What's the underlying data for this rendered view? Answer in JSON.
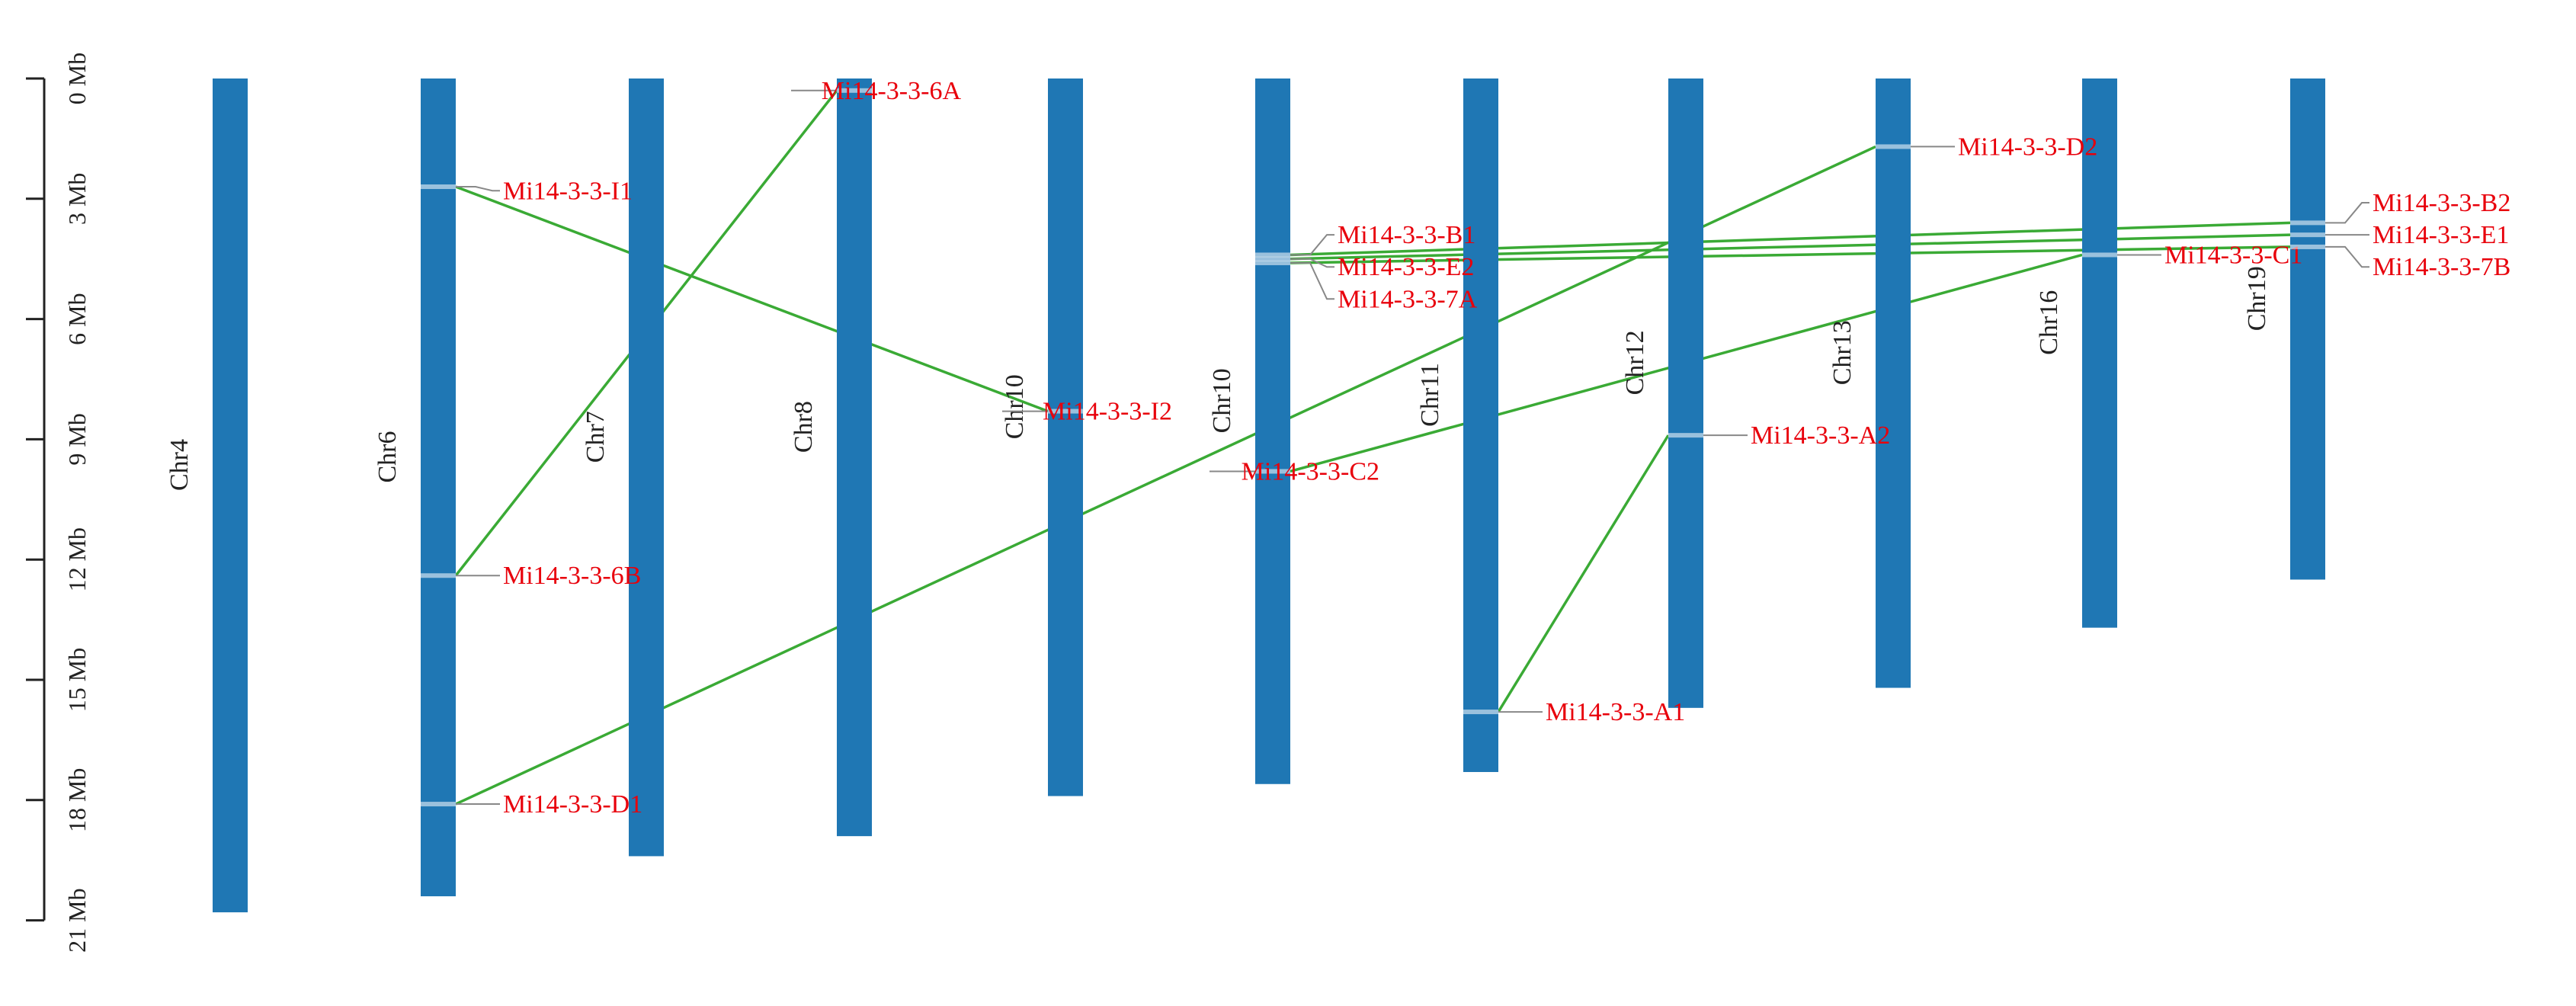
{
  "chart_data": {
    "type": "chromosome-map",
    "axis": {
      "unit": "Mb",
      "ticks": [
        "0 Mb",
        "3 Mb",
        "6 Mb",
        "9 Mb",
        "12 Mb",
        "15 Mb",
        "18 Mb",
        "21 Mb"
      ],
      "tick_values": [
        0,
        3,
        6,
        9,
        12,
        15,
        18,
        21
      ]
    },
    "colors": {
      "chromosome": "#1f77b4",
      "gene_label": "#e8000b",
      "leader_line": "#888888",
      "link": "#3aaa35"
    },
    "chromosomes": [
      {
        "name": "Chr4",
        "length": 20.8
      },
      {
        "name": "Chr6",
        "length": 20.4
      },
      {
        "name": "Chr7",
        "length": 19.4
      },
      {
        "name": "Chr8",
        "length": 18.9
      },
      {
        "name": "Chr10",
        "length": 17.9
      },
      {
        "name": "Chr10",
        "length": 17.6
      },
      {
        "name": "Chr11",
        "length": 17.3
      },
      {
        "name": "Chr12",
        "length": 15.7
      },
      {
        "name": "Chr13",
        "length": 15.2
      },
      {
        "name": "Chr16",
        "length": 13.7
      },
      {
        "name": "Chr19",
        "length": 12.5
      }
    ],
    "genes": [
      {
        "label": "Mi14-3-3-I1",
        "chr": 1,
        "pos": 2.7,
        "side": "right",
        "label_pos": 2.8
      },
      {
        "label": "Mi14-3-3-6B",
        "chr": 1,
        "pos": 12.4,
        "side": "right",
        "label_pos": 12.4
      },
      {
        "label": "Mi14-3-3-D1",
        "chr": 1,
        "pos": 18.1,
        "side": "right",
        "label_pos": 18.1
      },
      {
        "label": "Mi14-3-3-6A",
        "chr": 3,
        "pos": 0.3,
        "side": "left",
        "label_pos": 0.3
      },
      {
        "label": "Mi14-3-3-I2",
        "chr": 4,
        "pos": 8.3,
        "side": "left",
        "label_pos": 8.3
      },
      {
        "label": "Mi14-3-3-C2",
        "chr": 5,
        "pos": 9.8,
        "side": "left",
        "label_pos": 9.8
      },
      {
        "label": "Mi14-3-3-B1",
        "chr": 5,
        "pos": 4.4,
        "side": "right",
        "label_pos": 3.9
      },
      {
        "label": "Mi14-3-3-E2",
        "chr": 5,
        "pos": 4.5,
        "side": "right",
        "label_pos": 4.7
      },
      {
        "label": "Mi14-3-3-7A",
        "chr": 5,
        "pos": 4.6,
        "side": "right",
        "label_pos": 5.5
      },
      {
        "label": "Mi14-3-3-A1",
        "chr": 6,
        "pos": 15.8,
        "side": "right",
        "label_pos": 15.8
      },
      {
        "label": "Mi14-3-3-A2",
        "chr": 7,
        "pos": 8.9,
        "side": "right",
        "label_pos": 8.9
      },
      {
        "label": "Mi14-3-3-D2",
        "chr": 8,
        "pos": 1.7,
        "side": "right",
        "label_pos": 1.7
      },
      {
        "label": "Mi14-3-3-C1",
        "chr": 9,
        "pos": 4.4,
        "side": "right",
        "label_pos": 4.4
      },
      {
        "label": "Mi14-3-3-B2",
        "chr": 10,
        "pos": 3.6,
        "side": "right",
        "label_pos": 3.1
      },
      {
        "label": "Mi14-3-3-E1",
        "chr": 10,
        "pos": 3.9,
        "side": "right",
        "label_pos": 3.9
      },
      {
        "label": "Mi14-3-3-7B",
        "chr": 10,
        "pos": 4.2,
        "side": "right",
        "label_pos": 4.7
      }
    ],
    "links": [
      [
        "Mi14-3-3-I1",
        "Mi14-3-3-I2"
      ],
      [
        "Mi14-3-3-6B",
        "Mi14-3-3-6A"
      ],
      [
        "Mi14-3-3-D1",
        "Mi14-3-3-D2"
      ],
      [
        "Mi14-3-3-C2",
        "Mi14-3-3-C1"
      ],
      [
        "Mi14-3-3-B1",
        "Mi14-3-3-B2"
      ],
      [
        "Mi14-3-3-E2",
        "Mi14-3-3-E1"
      ],
      [
        "Mi14-3-3-7A",
        "Mi14-3-3-7B"
      ],
      [
        "Mi14-3-3-A1",
        "Mi14-3-3-A2"
      ]
    ]
  }
}
